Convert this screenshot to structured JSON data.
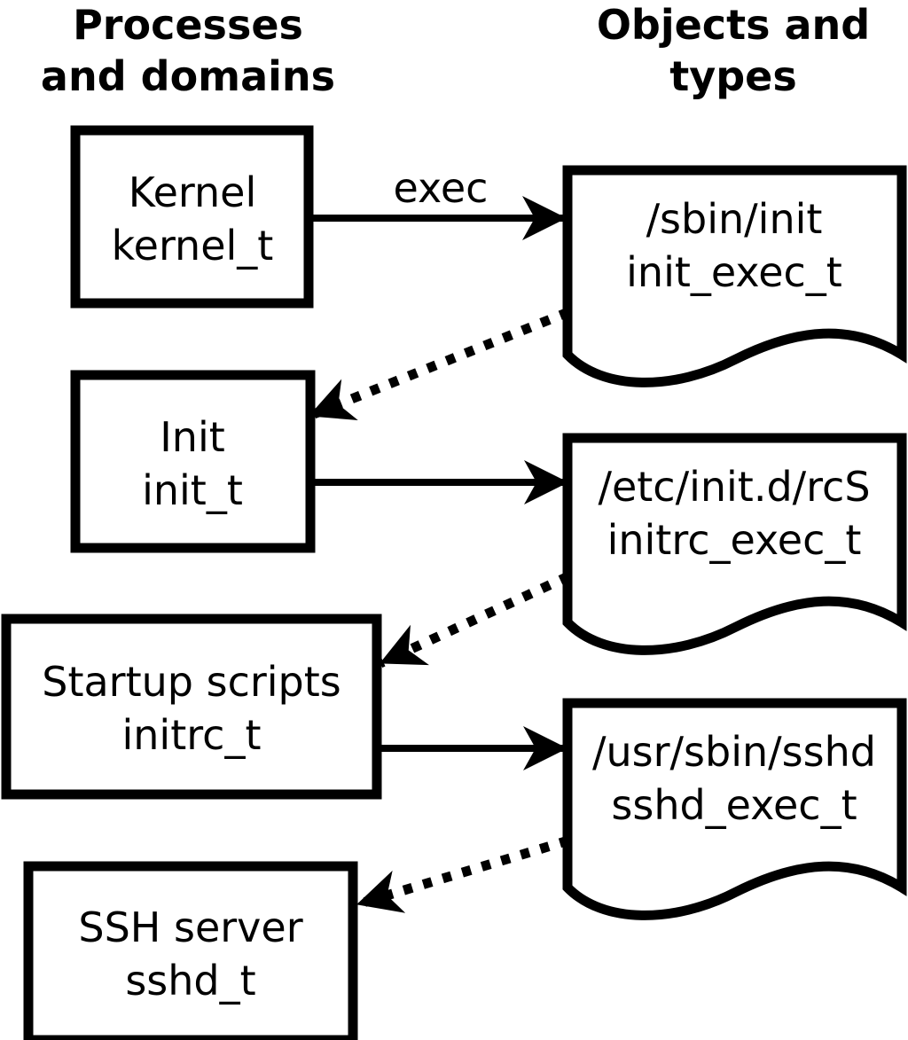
{
  "diagram": {
    "headers": {
      "left": {
        "line1": "Processes",
        "line2": "and domains"
      },
      "right": {
        "line1": "Objects and",
        "line2": "types"
      }
    },
    "processes": [
      {
        "name": "Kernel",
        "type": "kernel_t"
      },
      {
        "name": "Init",
        "type": "init_t"
      },
      {
        "name": "Startup scripts",
        "type": "initrc_t"
      },
      {
        "name": "SSH server",
        "type": "sshd_t"
      }
    ],
    "objects": [
      {
        "path": "/sbin/init",
        "type": "init_exec_t"
      },
      {
        "path": "/etc/init.d/rcS",
        "type": "initrc_exec_t"
      },
      {
        "path": "/usr/sbin/sshd",
        "type": "sshd_exec_t"
      }
    ],
    "arrows": {
      "exec_label": "exec"
    },
    "edges": {
      "exec": [
        {
          "from": "kernel_t",
          "to": "init_exec_t"
        },
        {
          "from": "init_t",
          "to": "initrc_exec_t"
        },
        {
          "from": "initrc_t",
          "to": "sshd_exec_t"
        }
      ],
      "transition": [
        {
          "from": "init_exec_t",
          "to": "init_t"
        },
        {
          "from": "initrc_exec_t",
          "to": "initrc_t"
        },
        {
          "from": "sshd_exec_t",
          "to": "sshd_t"
        }
      ]
    },
    "colors": {
      "stroke": "#000000",
      "background": "#ffffff"
    }
  }
}
